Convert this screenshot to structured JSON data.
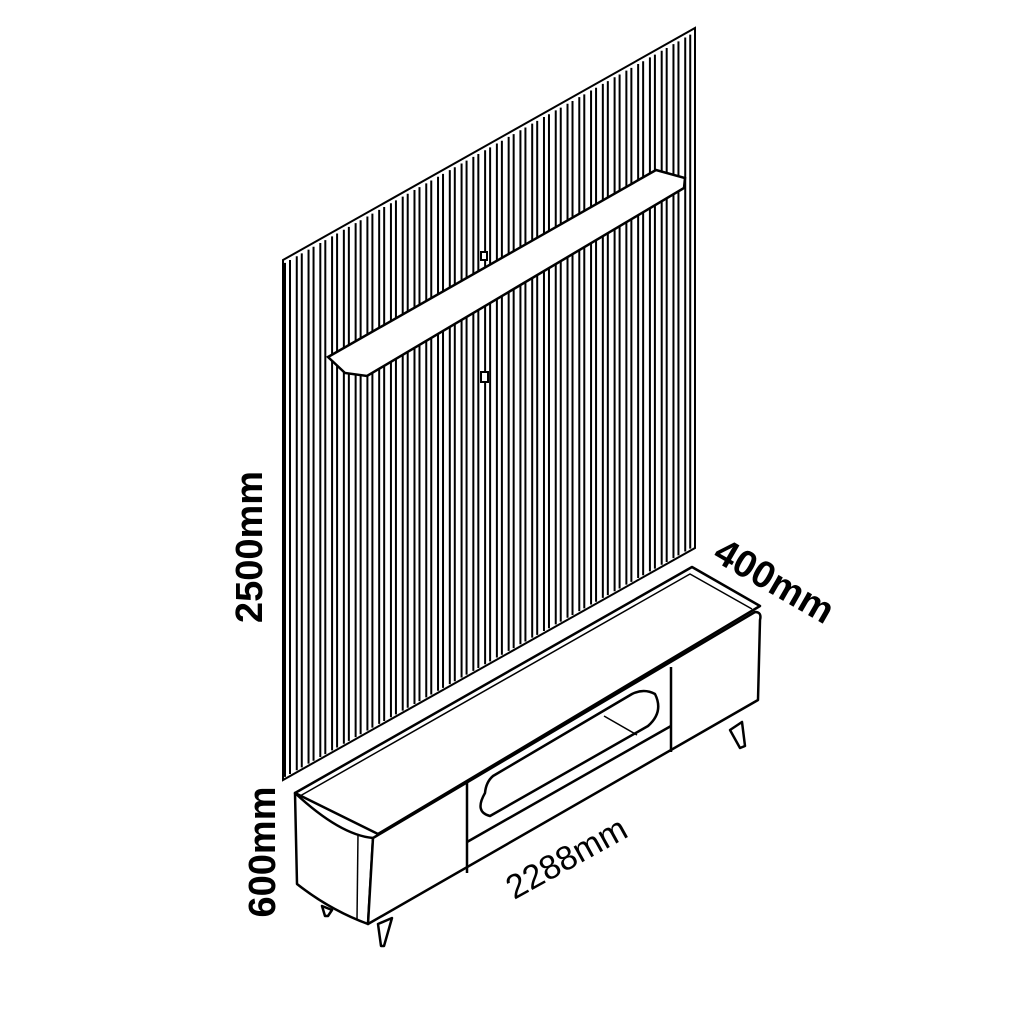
{
  "title": "TV wall panel and TV unit dimension drawing",
  "dimensions": {
    "panel_height": "2500mm",
    "unit_height": "600mm",
    "unit_width": "2288mm",
    "unit_depth": "400mm"
  },
  "colors": {
    "line": "#000000",
    "background": "#ffffff"
  }
}
